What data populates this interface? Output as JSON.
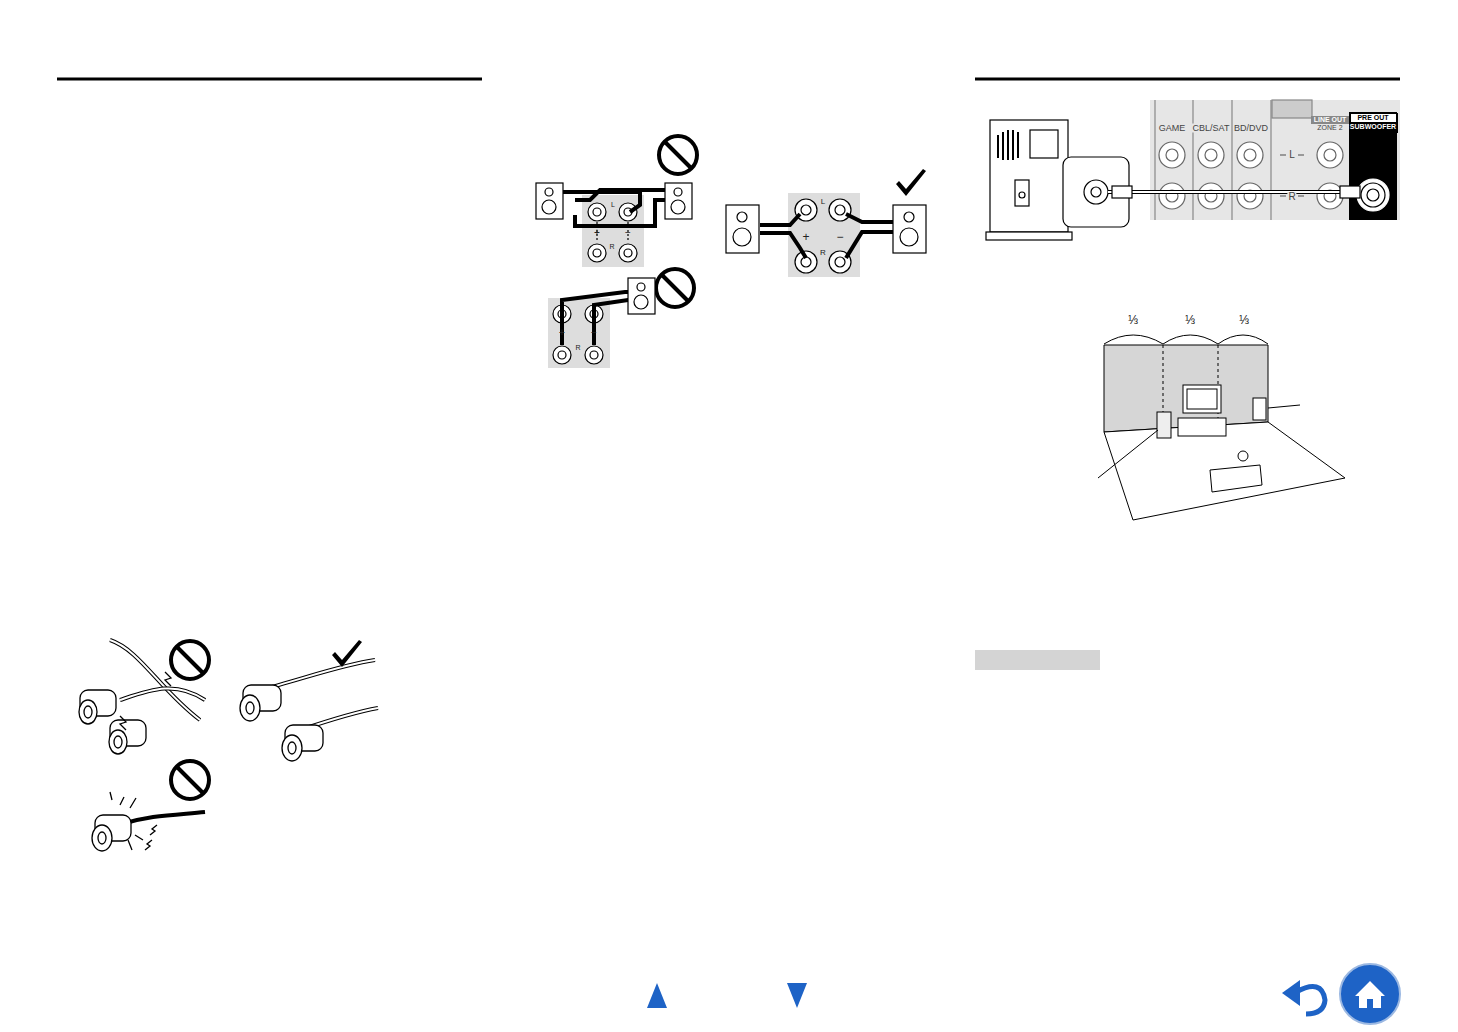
{
  "diagram": {
    "nodes": [
      {
        "text": [
          "LINE OUT",
          "ZONE 2"
        ]
      },
      {
        "text": [
          "PRE OUT",
          "SUBWOOFER"
        ]
      }
    ],
    "labels": [
      "L",
      "+",
      "−",
      "R",
      "+",
      "−",
      "R",
      "L",
      "+",
      "−",
      "R",
      "GAME",
      "CBL/SAT",
      "BD/DVD",
      "L",
      "R",
      "⅓",
      "⅓",
      "⅓"
    ]
  }
}
